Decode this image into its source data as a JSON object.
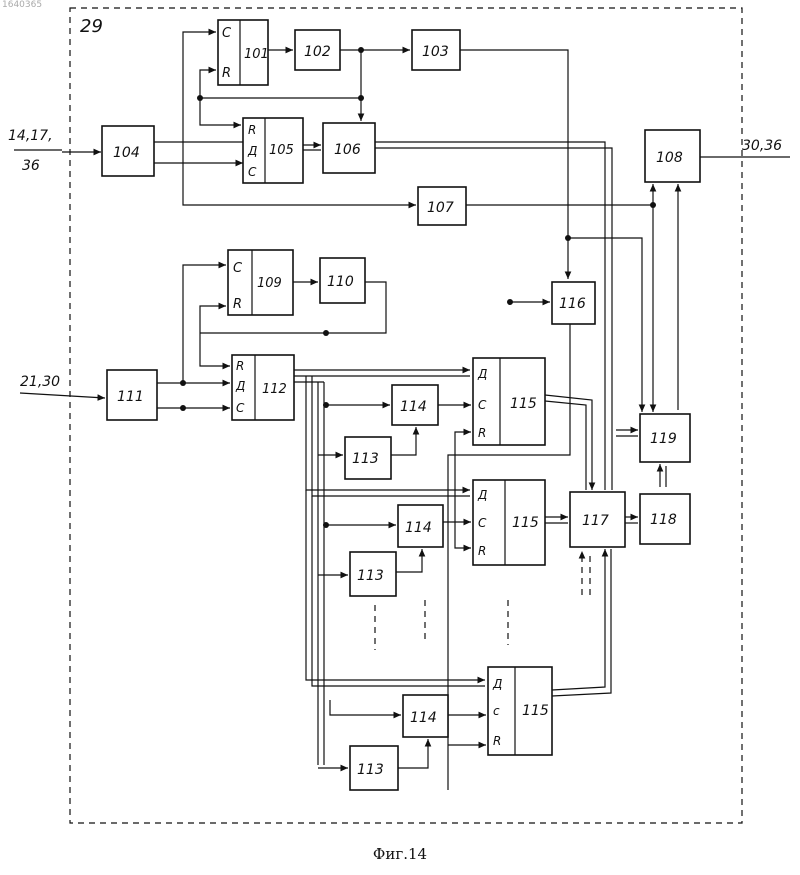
{
  "watermark": "1640365",
  "figure_caption": "Фиг.14",
  "frame_label": "29",
  "io": {
    "in1_line1": "14,17,",
    "in1_line2": "36",
    "in2": "21,30",
    "out": "30,36"
  },
  "blocks": {
    "b101": "101",
    "b102": "102",
    "b103": "103",
    "b104": "104",
    "b105": "105",
    "b106": "106",
    "b107": "107",
    "b108": "108",
    "b109": "109",
    "b110": "110",
    "b111": "111",
    "b112": "112",
    "b113": "113",
    "b114": "114",
    "b115": "115",
    "b116": "116",
    "b117": "117",
    "b118": "118",
    "b119": "119"
  },
  "pins": {
    "C": "C",
    "R": "R",
    "D": "Д",
    "c": "c"
  },
  "colors": {
    "ink": "#111111",
    "paper": "#ffffff"
  }
}
